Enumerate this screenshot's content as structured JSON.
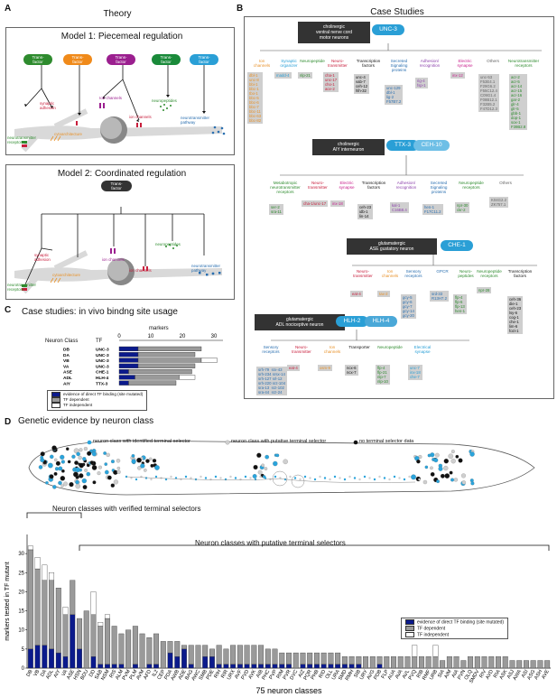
{
  "panel_labels": {
    "a": "A",
    "b": "B",
    "c": "C",
    "d": "D"
  },
  "theory": {
    "title": "Theory",
    "model1": {
      "title": "Model 1: Piecemeal regulation",
      "tfs": [
        {
          "label": "Trans-\nfactor",
          "color": "#2e8b2e"
        },
        {
          "label": "Trans-\nfactor",
          "color": "#f08a1a"
        },
        {
          "label": "Trans-\nfactor",
          "color": "#9b1f8f"
        },
        {
          "label": "Trans-\nfactor",
          "color": "#1a8a3a"
        },
        {
          "label": "Trans-\nfactor",
          "color": "#2a9fd6"
        }
      ],
      "labels": {
        "synaptic": "synaptic\nadhesion",
        "ion1": "Ion channels",
        "ion2": "ion channels",
        "neuropep": "neuropeptides",
        "ntp": "neurotransmitter\npathway",
        "ntr": "neurotransmitter\nreceptors",
        "cyto": "cytoarchitecture"
      }
    },
    "model2": {
      "title": "Model 2: Coordinated regulation",
      "tf": "Trans-\nfactor",
      "labels": {
        "synaptic": "synaptic\nadhesion",
        "ion1": "ion channels",
        "ion2": "ion channels",
        "neuropep": "neuropeptides",
        "ntp": "neurotransmitter\npathway",
        "ntr": "neurotransmitter\nreceptors",
        "cyto": "cytoarchitecture"
      }
    }
  },
  "case_studies": {
    "title": "Case Studies",
    "unc3": {
      "header": "cholinergic\nventral nerve cord\nmotor neurons",
      "tf": "UNC-3",
      "categories": [
        {
          "name": "Ion\nchannels",
          "color": "#e8922a",
          "genes": "dbl-1\nunc-8\nbbi-1\nbbc-1\ntbo-1\nbbc-5\nbbc-6\nbbc-7\nbbc-11\nbbc-63\nbbc-82"
        },
        {
          "name": "Synaptic\norganizer",
          "color": "#2a9fd6",
          "genes": "madd-4"
        },
        {
          "name": "Neuropeptide",
          "color": "#2e8b2e",
          "genes": "nlp-21"
        },
        {
          "name": "Neuro-\ntransmitter",
          "color": "#c81e3c",
          "genes": "cha-1\nunc-17\ncho-1\nace-2"
        },
        {
          "name": "Transcription\nfactors",
          "color": "#111111",
          "genes": "unc-4\nvab-7\nceh-12\nhlh-32"
        },
        {
          "name": "Secreted\nSignaling\nproteins",
          "color": "#2a6fb0",
          "genes": "unc-129\ndbl-1\nlig-2\nF57B7.2"
        },
        {
          "name": "Adhesion/\nrecognition",
          "color": "#8e44ad",
          "genes": "rig-4\nfsp-1"
        },
        {
          "name": "Electric\nsynapse",
          "color": "#c81e8c",
          "genes": "inx-12"
        },
        {
          "name": "Others",
          "color": "#666666",
          "genes": "unc-53\nF53E4.1\nF29G6.2\nF55C12.4\nC09G1.4\nF08B12.1\nF32B5.2\nF47D12.3"
        },
        {
          "name": "Neurotransmitter\nreceptors",
          "color": "#2e8b2e",
          "genes": "acr-2\nacr-5\nacr-14\nacr-15\nacr-16\ngar-2\nglr-4\nglr-5\ngbb-1\ndop-1\nsox-1\nF39B2.8"
        }
      ]
    },
    "ttx3": {
      "header": "cholinergic\nAIY interneuron",
      "tf1": "TTX-3",
      "tf2": "CEH-10",
      "categories": [
        {
          "name": "Metabotropic\nneurotransmitter\nreceptors",
          "color": "#2e8b2e",
          "genes": "ser-2\nsra-11"
        },
        {
          "name": "Neuro-\ntransmitter",
          "color": "#c81e3c",
          "genes": "cha-1/unc-17"
        },
        {
          "name": "Electric\nsynapse",
          "color": "#c81e8c",
          "genes": "inx-18"
        },
        {
          "name": "Transcription\nfactors",
          "color": "#111111",
          "genes": "ceh-23\nidb-1\nlin-14"
        },
        {
          "name": "Adhesion/\nrecognition",
          "color": "#8e44ad",
          "genes": "kal-1\nC16B8.4"
        },
        {
          "name": "Secreted\nSignaling\nproteins",
          "color": "#2a6fb0",
          "genes": "hen-1\nF17C11.2"
        },
        {
          "name": "Neuropeptide\nreceptors",
          "color": "#2e8b2e",
          "genes": "npr-30\nckr-2"
        },
        {
          "name": "Others",
          "color": "#666666",
          "genes": "K04G2.2\nZK757.1"
        }
      ]
    },
    "che1": {
      "header": "glutamatergic\nASE gustatory neuron",
      "tf": "CHE-1",
      "categories": [
        {
          "name": "Neuro-\ntransmitter",
          "color": "#c81e3c",
          "genes": "eat-4"
        },
        {
          "name": "Ion\nchannels",
          "color": "#e8922a",
          "genes": "tax-2"
        },
        {
          "name": "Sensory\nreceptors",
          "color": "#2a6fb0",
          "genes": "gcy-5\ngcy-6\ngcy-7\ngcy-14\ngcy-20"
        },
        {
          "name": "GPCR",
          "color": "#2a6fb0",
          "genes": "srd-33\nR13H7.2"
        },
        {
          "name": "Neuro-\npeptides",
          "color": "#2e8b2e",
          "genes": "flp-4\nflp-6\nflp-13\nhen-1"
        },
        {
          "name": "Neuropeptide\nreceptors",
          "color": "#2e8b2e",
          "genes": "npr-28"
        },
        {
          "name": "Transcription\nfactors",
          "color": "#111111",
          "genes": "ceh-36\ndie-1\nceh-23\nlsy-6\ncog-1\nche-1\nlim-6\nfozi-1"
        }
      ]
    },
    "hlh2": {
      "header": "glutamatergic\nADL nociceptive neuron",
      "tf1": "HLH-2",
      "tf2": "HLH-4",
      "categories": [
        {
          "name": "Sensory\nreceptors",
          "color": "#2a6fb0",
          "genes": "srh-79  srx-43\nsrh-234 srsx-14\nsrh-127 srl-12\nsrh-220 srz-104\nsra-13  srz-102\nsra-44  srz-24"
        },
        {
          "name": "Neuro-\ntransmitter",
          "color": "#c81e3c",
          "genes": "eat-4"
        },
        {
          "name": "Ion\nchannels",
          "color": "#e8922a",
          "genes": "osm-9"
        },
        {
          "name": "Transporter",
          "color": "#111111",
          "genes": "ncx-6\nncx-7"
        },
        {
          "name": "Neuropeptide",
          "color": "#2e8b2e",
          "genes": "flp-4\nflp-21\nnlp-7\nnlp-10"
        },
        {
          "name": "Electrical\nsynapse",
          "color": "#2a9fd6",
          "genes": "unc-7\ninx-18\nche-7"
        }
      ]
    }
  },
  "panel_c": {
    "title": "Case studies: in vivo  bindng site usage",
    "col_class": "Neuron Class",
    "col_tf": "TF",
    "markers_label": "markers",
    "ticks": [
      "0",
      "10",
      "20",
      "30"
    ],
    "rows": [
      {
        "cls": "DB",
        "tf": "UNC-3",
        "direct": 6,
        "dep": 20,
        "ind": 0
      },
      {
        "cls": "DA",
        "tf": "UNC-3",
        "direct": 6,
        "dep": 18,
        "ind": 0
      },
      {
        "cls": "VB",
        "tf": "UNC-3",
        "direct": 6,
        "dep": 20,
        "ind": 5
      },
      {
        "cls": "VA",
        "tf": "UNC-3",
        "direct": 6,
        "dep": 18,
        "ind": 0
      },
      {
        "cls": "ASE",
        "tf": "CHE-1",
        "direct": 3,
        "dep": 20,
        "ind": 0
      },
      {
        "cls": "ADL",
        "tf": "HLH-4",
        "direct": 5,
        "dep": 14,
        "ind": 5
      },
      {
        "cls": "AIY",
        "tf": "TTX-3",
        "direct": 3,
        "dep": 15,
        "ind": 0
      }
    ],
    "legend": [
      "evidence of direct TF binding (site mutated)",
      "TF dependent",
      "TF independent"
    ]
  },
  "panel_d": {
    "title": "Genetic evidence by neuron class",
    "worm_legend": [
      "neuron class with identified terminal selector",
      "neuron class with putative terminal selector",
      "no terminal selector data"
    ],
    "verified_label": "Neuron classes with verified terminal selectors",
    "putative_label": "Neuron classes with putative terminal selectors",
    "ylabel": "markers tested in TF mutant",
    "xlabel": "75 neuron classes",
    "legend": [
      "evidence of direct TF binding (site mutated)",
      "TF dependent",
      "TF independent"
    ]
  },
  "colors": {
    "direct": "#0b1a8c",
    "dependent": "#9a9a9a",
    "independent": "#ffffff",
    "identified": "#2aa4dc",
    "putative": "#cfcfcf",
    "none": "#111111"
  },
  "chart_data": {
    "type": "bar",
    "xlabel": "75 neuron classes",
    "ylabel": "markers tested in TF mutant",
    "ylim": [
      0,
      35
    ],
    "yticks": [
      0,
      5,
      10,
      15,
      20,
      25,
      30
    ],
    "series": [
      {
        "name": "evidence of direct TF binding (site mutated)",
        "values": [
          5,
          6,
          6,
          5,
          4,
          3,
          14,
          5,
          0,
          3,
          1,
          1,
          1,
          1,
          0,
          1,
          0,
          1,
          1,
          0,
          4,
          3,
          5,
          1,
          0,
          3,
          3,
          1,
          1,
          1,
          1,
          1,
          1,
          1,
          1,
          1,
          1,
          1,
          0,
          1,
          1,
          1,
          1,
          1,
          1,
          1,
          1,
          1,
          0,
          0,
          1,
          0,
          0,
          0,
          0,
          0,
          0,
          0,
          0,
          0,
          0,
          0,
          0,
          0,
          0,
          0,
          0,
          0,
          0,
          0,
          0,
          0,
          0,
          0,
          0
        ]
      },
      {
        "name": "TF dependent",
        "values": [
          26,
          20,
          17,
          18,
          17,
          11,
          9,
          8,
          15,
          11,
          10,
          12,
          10,
          8,
          10,
          10,
          9,
          7,
          8,
          7,
          3,
          4,
          1,
          5,
          6,
          3,
          2,
          5,
          4,
          5,
          5,
          5,
          5,
          5,
          4,
          4,
          3,
          3,
          4,
          3,
          3,
          3,
          3,
          3,
          3,
          2,
          2,
          2,
          3,
          3,
          2,
          3,
          3,
          3,
          3,
          3,
          3,
          3,
          3,
          2,
          3,
          3,
          2,
          3,
          3,
          3,
          3,
          3,
          3,
          2,
          2,
          2,
          2,
          2,
          2
        ]
      },
      {
        "name": "TF independent",
        "values": [
          1,
          3,
          4,
          2,
          0,
          2,
          0,
          0,
          0,
          6,
          1,
          1,
          0,
          0,
          0,
          0,
          0,
          0,
          0,
          0,
          0,
          0,
          0,
          0,
          0,
          0,
          0,
          0,
          0,
          0,
          0,
          0,
          0,
          0,
          0,
          0,
          0,
          0,
          0,
          0,
          0,
          0,
          0,
          0,
          0,
          0,
          0,
          0,
          0,
          0,
          0,
          0,
          0,
          0,
          0,
          3,
          0,
          0,
          3,
          0,
          0,
          0,
          0,
          0,
          0,
          0,
          0,
          0,
          0,
          0,
          0,
          0,
          0,
          0,
          0
        ]
      }
    ],
    "categories": [
      "DB",
      "VB",
      "DA",
      "ADL",
      "AIY",
      "VA",
      "ASE",
      "HSN",
      "BDU",
      "DD",
      "SAB",
      "NSM",
      "RIS",
      "ALM",
      "PVM",
      "PLM",
      "AVM",
      "AFD",
      "IL2",
      "CEP",
      "PDA",
      "AWB",
      "ADE",
      "BAG",
      "AWC",
      "SMB",
      "PDE",
      "RIH",
      "RIR",
      "URX",
      "AVF",
      "PVD",
      "AVK",
      "AIB",
      "PHC",
      "PVP",
      "RIM",
      "PVR",
      "DVC",
      "AIZ",
      "PQR",
      "PHB",
      "RID",
      "OLL",
      "URA",
      "SMD",
      "RMH",
      "SIB",
      "URY",
      "AVG",
      "PDB",
      "FLP",
      "AUA",
      "AVA",
      "AVL",
      "PVQ",
      "RIB",
      "RMF",
      "URB",
      "SIA",
      "AIM",
      "AIA",
      "PVN",
      "OLQ",
      "SMDV",
      "RIV",
      "AVD",
      "RIA",
      "ASK",
      "ASJ",
      "AWA",
      "ASI",
      "ASG",
      "ASH",
      "AVE"
    ],
    "legend": "bottom-right"
  }
}
